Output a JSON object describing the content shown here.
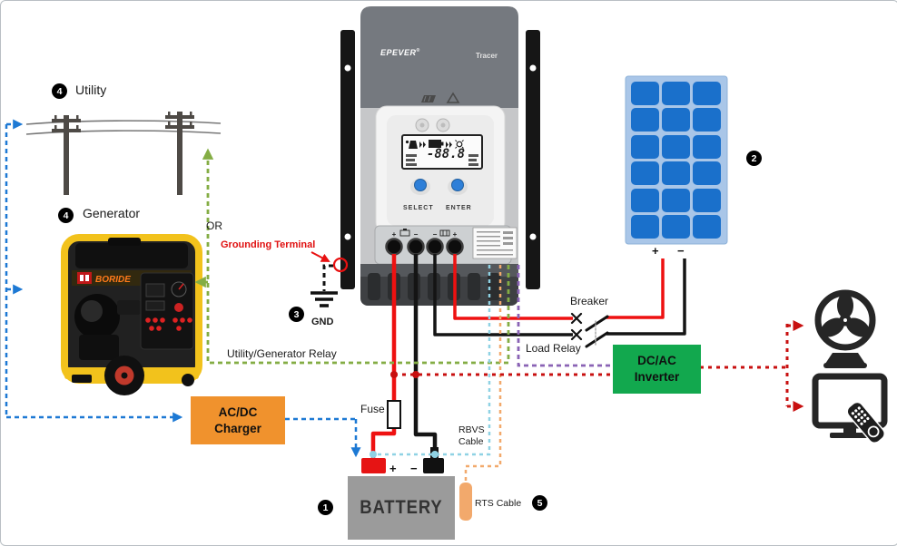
{
  "labels": {
    "utility": "Utility",
    "generator": "Generator",
    "or": "OR",
    "grounding_terminal": "Grounding Terminal",
    "gnd": "GND",
    "utility_generator_relay": "Utility/Generator Relay",
    "breaker": "Breaker",
    "load_relay": "Load Relay",
    "fuse": "Fuse",
    "rbvs_line1": "RBVS",
    "rbvs_line2": "Cable",
    "rts_cable": "RTS Cable"
  },
  "badges": {
    "battery": "1",
    "solar_panel": "2",
    "ground": "3",
    "utility": "4",
    "generator": "4",
    "rts": "5"
  },
  "controller": {
    "brand": "EPEVER",
    "reg_mark": "®",
    "model": "Tracer",
    "select_button": "SELECT",
    "enter_button": "ENTER",
    "lcd_value": "-88.8",
    "terminal_marks": [
      "+",
      "−",
      "−",
      "+"
    ]
  },
  "boxes": {
    "charger_line1": "AC/DC",
    "charger_line2": "Charger",
    "inverter_line1": "DC/AC",
    "inverter_line2": "Inverter",
    "battery_label": "BATTERY"
  },
  "generator": {
    "brand": "BORIDE"
  },
  "polarity": {
    "panel_plus": "+",
    "panel_minus": "−",
    "battery_plus": "+",
    "battery_minus": "−"
  },
  "colors": {
    "ac_blue": "#1d79d4",
    "relay_green": "#84ad44",
    "load_relay_purple": "#8a63b5",
    "rbvs_cyan": "#8fd2e4",
    "rts_orange": "#f2a96c",
    "dc_red_dash": "#c81010",
    "wire_red": "#ee1111",
    "wire_black": "#141414",
    "charger_orange": "#f0922d",
    "inverter_green": "#12a84e",
    "battery_gray": "#9b9b9b",
    "panel_blue": "#1a70cb",
    "panel_frame": "#a9c6e8"
  }
}
